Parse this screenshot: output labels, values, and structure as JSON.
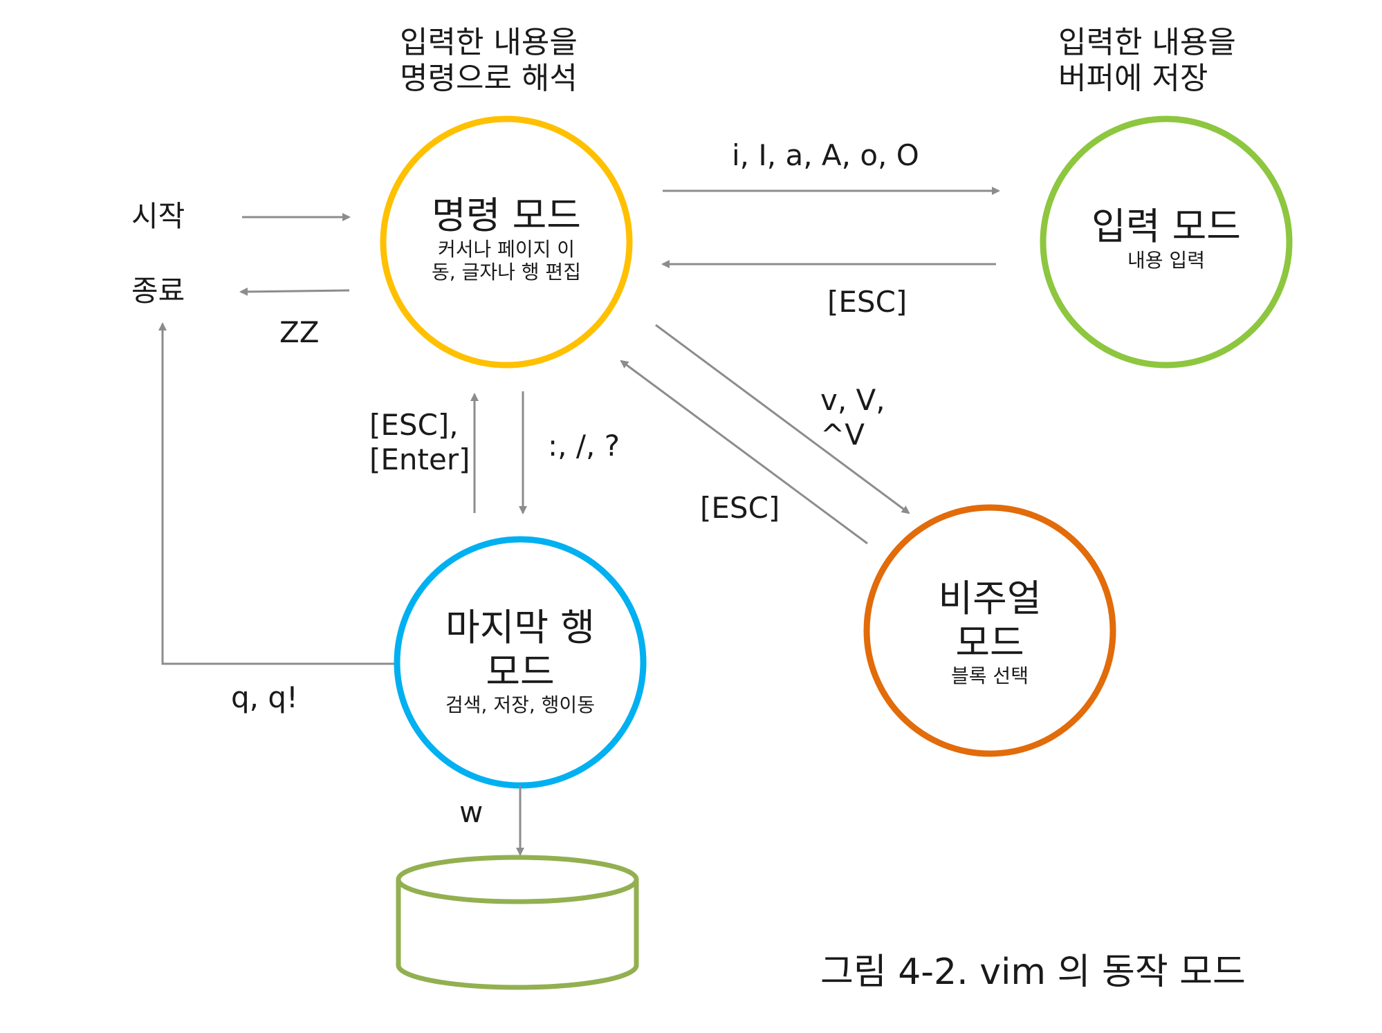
{
  "notes": {
    "command_line1": "입력한 내용을",
    "command_line2": "명령으로 해석",
    "insert_line1": "입력한 내용을",
    "insert_line2": "버퍼에 저장"
  },
  "nodes": {
    "command": {
      "title": "명령 모드",
      "desc_line1": "커서나 페이지 이",
      "desc_line2": "동, 글자나 행 편집",
      "color": "#FFC000"
    },
    "insert": {
      "title": "입력 모드",
      "desc": "내용 입력",
      "color": "#8DC63F"
    },
    "lastline": {
      "title_line1": "마지막 행",
      "title_line2": "모드",
      "desc": "검색, 저장, 행이동",
      "color": "#00B0F0"
    },
    "visual": {
      "title_line1": "비주얼",
      "title_line2": "모드",
      "desc": "블록 선택",
      "color": "#E26B0A"
    },
    "storage": {
      "color": "#92B050"
    }
  },
  "labels": {
    "start": "시작",
    "end": "종료",
    "zz": "ZZ",
    "to_insert": "i, I, a, A, o, O",
    "insert_esc": "[ESC]",
    "esc_enter_line1": "[ESC],",
    "esc_enter_line2": "[Enter]",
    "to_lastline": ":, /, ?",
    "to_visual_line1": "v, V,",
    "to_visual_line2": "^V",
    "visual_esc": "[ESC]",
    "quit": "q, q!",
    "write": "w"
  },
  "caption": "그림 4-2. vim 의 동작 모드",
  "colors": {
    "arrow": "#8c8c8c"
  }
}
